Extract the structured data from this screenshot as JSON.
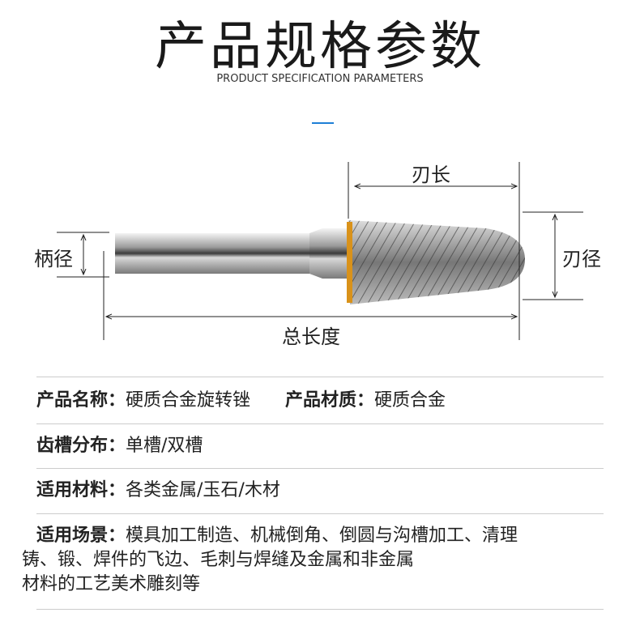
{
  "header": {
    "title": "产品规格参数",
    "subtitle": "PRODUCT SPECIFICATION PARAMETERS",
    "accent_color": "#1e7fd6"
  },
  "diagram": {
    "blade_length": "刃长",
    "blade_diameter": "刃径",
    "shank_diameter": "柄径",
    "total_length": "总长度"
  },
  "specs": [
    {
      "label": "产品名称：",
      "value": "硬质合金旋转锉",
      "label2": "产品材质：",
      "value2": "硬质合金"
    },
    {
      "label": "齿槽分布：",
      "value": "单槽/双槽"
    },
    {
      "label": "适用材料：",
      "value": "各类金属/玉石/木材"
    },
    {
      "label": "适用场景：",
      "lines": [
        "模具加工制造、机械倒角、倒圆与沟槽加工、清理",
        "铸、锻、焊件的飞边、毛刺与焊缝及金属和非金属",
        "材料的工艺美术雕刻等"
      ]
    }
  ]
}
